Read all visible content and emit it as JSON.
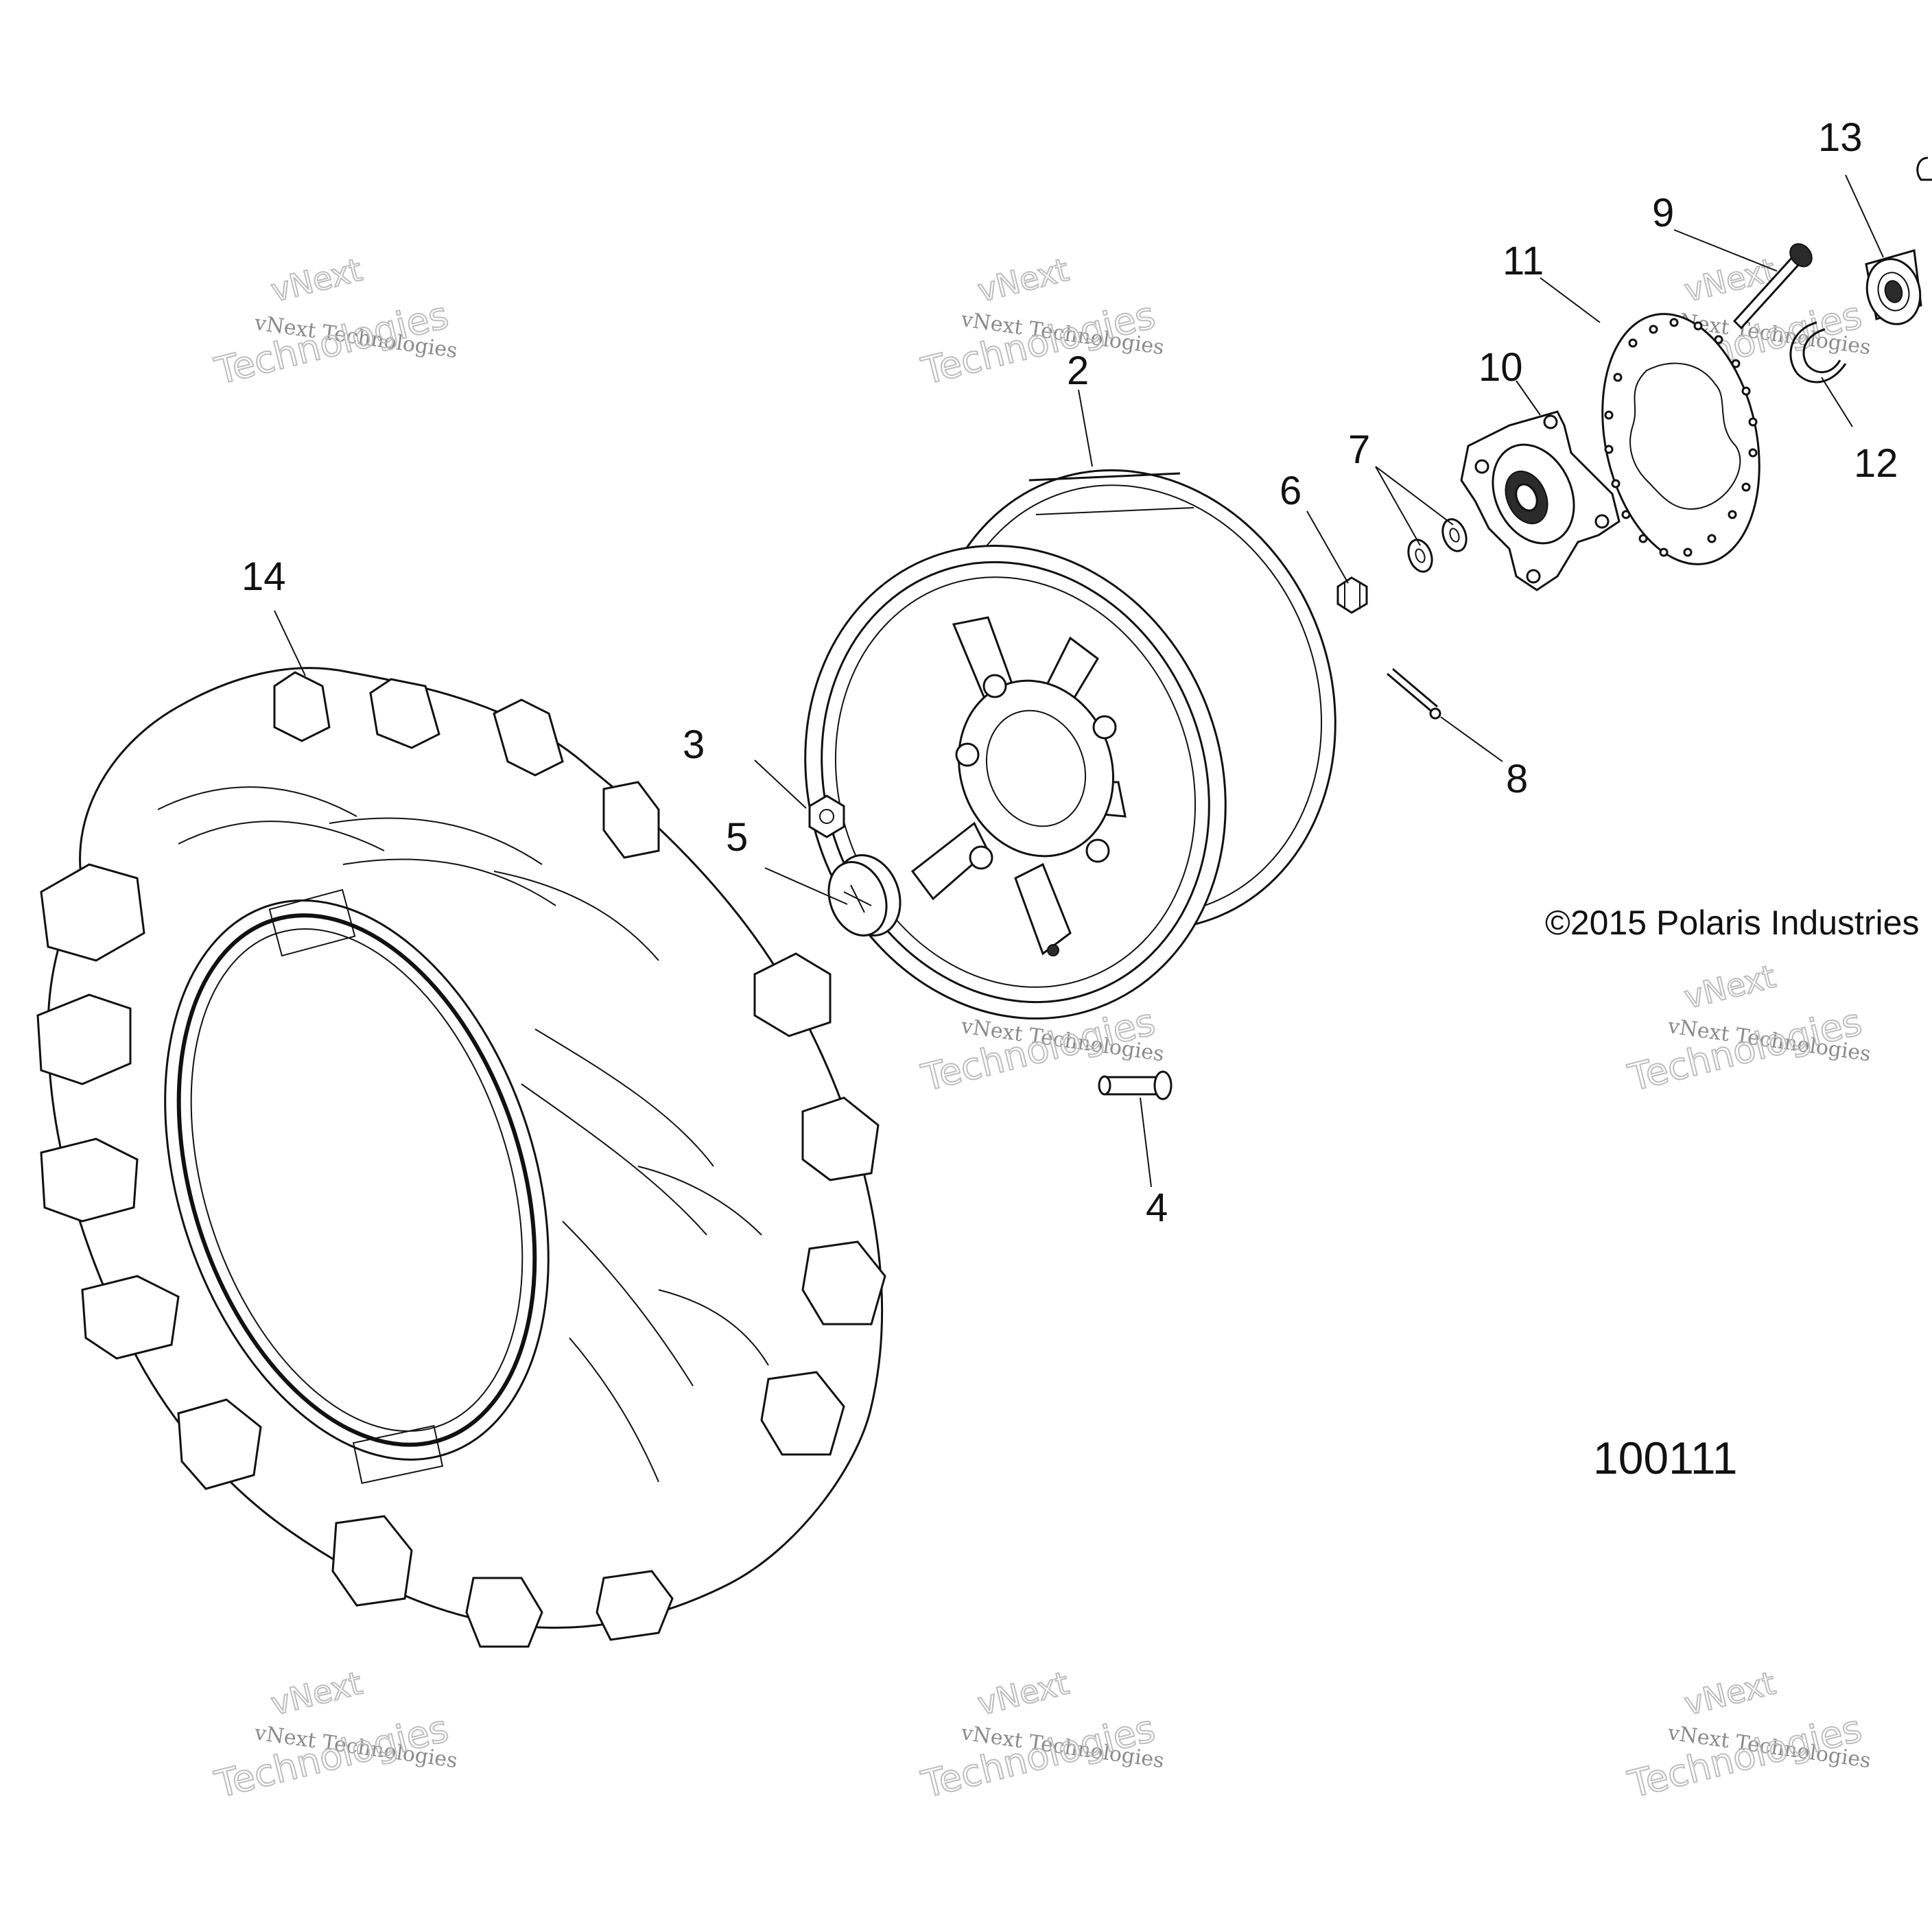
{
  "callouts": [
    {
      "id": "1",
      "label": "2"
    },
    {
      "id": "2",
      "label": "3"
    },
    {
      "id": "3",
      "label": "4"
    },
    {
      "id": "4",
      "label": "5"
    },
    {
      "id": "5",
      "label": "6"
    },
    {
      "id": "6",
      "label": "7"
    },
    {
      "id": "7",
      "label": "8"
    },
    {
      "id": "8",
      "label": "9"
    },
    {
      "id": "9",
      "label": "10"
    },
    {
      "id": "10",
      "label": "11"
    },
    {
      "id": "11",
      "label": "12"
    },
    {
      "id": "12",
      "label": "13"
    },
    {
      "id": "13",
      "label": "14"
    }
  ],
  "copyright": "©2015 Polaris Industries",
  "figure_number": "100111",
  "watermark": {
    "line1": "vNext Technologies",
    "line2": "vNext",
    "line3": "Technologies"
  },
  "colors": {
    "line": "#111111",
    "watermark": "#8a8a8a"
  }
}
